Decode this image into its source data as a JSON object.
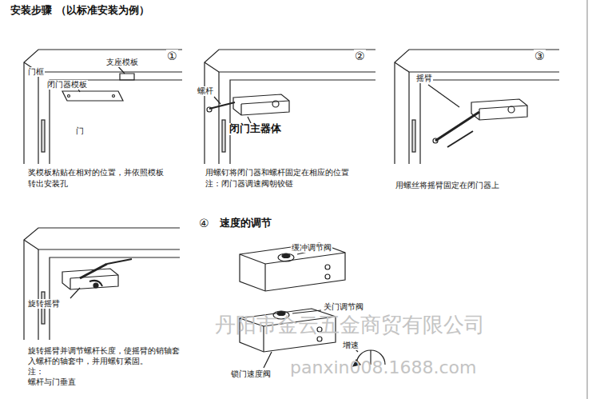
{
  "diagram": {
    "title": "安装步骤 （以标准安装为例）",
    "labels": [
      "①",
      "②",
      "③",
      "门框",
      "支座模板",
      "闭门器模板",
      "门",
      "奖模板粘贴在相对的位置，并依照模板",
      "转出安装孔",
      "螺杆",
      "闭门主器体",
      "用螺钉将闭门器和螺杆固定在相应的位置",
      "注：闭门器调速阀朝铰链",
      "摇臂",
      "用螺丝将摇臂固定在闭门器上",
      "④",
      "速度的调节",
      "旋转摇臂",
      "旋转摇臂并调节螺杆长度，使摇臂的销轴套",
      "入螺杆的轴套中，并用螺钉紧固。",
      "注：",
      "螺杆与门垂直",
      "缓冲调节阀",
      "关门调节阀",
      "增速",
      "锁门速度阀",
      "丹阳市金云五金商贸有限公司",
      "panxin008.1688.com"
    ]
  }
}
